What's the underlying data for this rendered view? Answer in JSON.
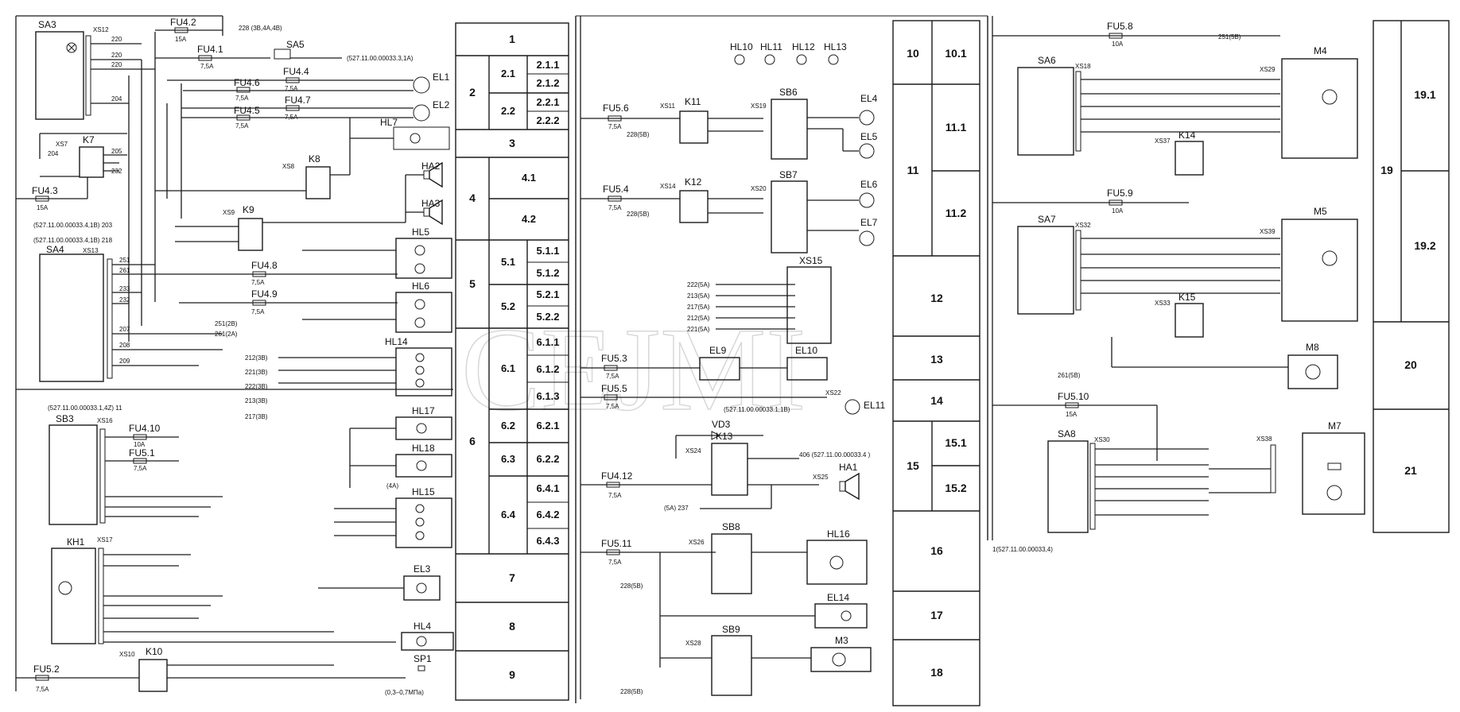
{
  "watermark": "CEJMI",
  "section_table_left": {
    "rows": [
      {
        "n": "1"
      },
      {
        "n": "2",
        "subs": [
          {
            "n": "2.1",
            "items": [
              "2.1.1",
              "2.1.2"
            ]
          },
          {
            "n": "2.2",
            "items": [
              "2.2.1",
              "2.2.2"
            ]
          }
        ]
      },
      {
        "n": "3"
      },
      {
        "n": "4",
        "subs": [
          {
            "n": "4.1"
          },
          {
            "n": "4.2"
          }
        ]
      },
      {
        "n": "5",
        "subs": [
          {
            "n": "5.1",
            "items": [
              "5.1.1",
              "5.1.2"
            ]
          },
          {
            "n": "5.2",
            "items": [
              "5.2.1",
              "5.2.2"
            ]
          }
        ]
      },
      {
        "n": "6",
        "subs": [
          {
            "n": "6.1",
            "items": [
              "6.1.1",
              "6.1.2",
              "6.1.3"
            ]
          },
          {
            "n": "6.2",
            "items": [
              "6.2.1"
            ]
          },
          {
            "n": "6.3",
            "items": [
              "6.2.2"
            ]
          },
          {
            "n": "6.4",
            "items": [
              "6.4.1",
              "6.4.2",
              "6.4.3"
            ]
          }
        ]
      },
      {
        "n": "7"
      },
      {
        "n": "8"
      },
      {
        "n": "9"
      }
    ]
  },
  "section_table_middle": {
    "labels": [
      "10",
      "10.1",
      "11",
      "11.1",
      "11.2",
      "12",
      "13",
      "14",
      "15",
      "15.1",
      "15.2",
      "16",
      "17",
      "18"
    ]
  },
  "section_table_right": {
    "labels": [
      "19",
      "19.1",
      "19.2",
      "20",
      "21"
    ]
  },
  "components": {
    "SA3": "SA3",
    "XS12": "XS12",
    "FU4_2": "FU4.2",
    "FU4_2_rating": "15А",
    "FU4_1": "FU4.1",
    "FU4_1_rating": "7,5А",
    "SA5": "SA5",
    "FU4_4": "FU4.4",
    "FU4_4_rating": "7,5А",
    "FU4_6": "FU4.6",
    "FU4_6_rating": "7,5А",
    "FU4_7": "FU4.7",
    "FU4_7_rating": "7,5А",
    "FU4_5": "FU4.5",
    "FU4_5_rating": "7,5А",
    "EL1": "EL1",
    "EL2": "EL2",
    "HL7": "HL7",
    "K7": "K7",
    "XS7": "XS7",
    "K8": "K8",
    "XS8": "XS8",
    "FU4_3": "FU4.3",
    "FU4_3_rating": "15А",
    "HA2": "HA2",
    "HA3": "HA3",
    "K9": "K9",
    "XS9": "XS9",
    "SA4": "SA4",
    "XS13": "XS13",
    "FU4_8": "FU4.8",
    "FU4_8_rating": "7,5А",
    "FU4_9": "FU4.9",
    "FU4_9_rating": "7,5А",
    "HL5": "HL5",
    "HL6": "HL6",
    "HL14": "HL14",
    "HL17": "HL17",
    "HL18": "HL18",
    "HL15": "HL15",
    "SB3": "SB3",
    "XS16": "XS16",
    "FU4_10": "FU4.10",
    "FU4_10_rating": "10А",
    "FU5_1": "FU5.1",
    "FU5_1_rating": "7,5А",
    "KH1": "КН1",
    "XS17": "XS17",
    "EL3": "EL3",
    "HL4": "HL4",
    "FU5_2": "FU5.2",
    "FU5_2_rating": "7,5А",
    "XS10": "XS10",
    "K10": "K10",
    "SP1": "SP1",
    "SP1_range": "(0,3–0,7МПа)",
    "HL10": "HL10",
    "HL11": "HL11",
    "HL12": "HL12",
    "HL13": "HL13",
    "FU5_6": "FU5.6",
    "FU5_6_rating": "7,5А",
    "XS11": "XS11",
    "K11": "K11",
    "XS19": "XS19",
    "SB6": "SB6",
    "EL4": "EL4",
    "EL5": "EL5",
    "FU5_4": "FU5.4",
    "FU5_4_rating": "7,5А",
    "XS14": "XS14",
    "K12": "K12",
    "XS20": "XS20",
    "SB7": "SB7",
    "EL6": "EL6",
    "EL7": "EL7",
    "XS15": "XS15",
    "FU5_3": "FU5.3",
    "FU5_3_rating": "7,5А",
    "EL9": "EL9",
    "EL10": "EL10",
    "FU5_5": "FU5.5",
    "FU5_5_rating": "7,5А",
    "XS22": "XS22",
    "EL11": "EL11",
    "VD3": "VD3",
    "K13": "K13",
    "XS24": "XS24",
    "FU4_12": "FU4.12",
    "FU4_12_rating": "7,5А",
    "XS25": "XS25",
    "HA1": "HA1",
    "FU5_11": "FU5.11",
    "FU5_11_rating": "7,5А",
    "XS26": "XS26",
    "SB8": "SB8",
    "HL16": "HL16",
    "EL14": "EL14",
    "XS28": "XS28",
    "SB9": "SB9",
    "M3": "M3",
    "FU5_8": "FU5.8",
    "FU5_8_rating": "10А",
    "SA6": "SA6",
    "XS18": "XS18",
    "XS29": "XS29",
    "M4": "M4",
    "XS37": "XS37",
    "K14": "K14",
    "FU5_9": "FU5.9",
    "FU5_9_rating": "10А",
    "SA7": "SA7",
    "XS32": "XS32",
    "XS39": "XS39",
    "M5": "M5",
    "XS33": "XS33",
    "K15": "K15",
    "M8": "M8",
    "FU5_10": "FU5.10",
    "FU5_10_rating": "15А",
    "SA8": "SA8",
    "XS30": "XS30",
    "XS38": "XS38",
    "M7": "M7"
  },
  "wire_labels": {
    "w228_ref": "228 (3B,4A,4B)",
    "w271_ref": "(527.11.00.00033.3,1A)",
    "w203_ref": "(527.11.00.00033.4,1B) 203",
    "w218_ref": "(527.11.00.00033.4,1B) 218",
    "w251_2B": "251(2B)",
    "w261_2A": "261(2A)",
    "w212_3B": "212(3B)",
    "w221_3B": "221(3B)",
    "w222_3B": "222(3B)",
    "w213_3B": "213(3B)",
    "w217_3B": "217(3B)",
    "w11_ref": "(527.11.00.00033.1,4Z) 11",
    "w4A": "(4A)",
    "w228_5B": "228(5B)",
    "w222_5A": "222(5A)",
    "w213_5A": "213(5A)",
    "w217_5A": "217(5A)",
    "w212_5A": "212(5A)",
    "w221_5A": "221(5A)",
    "w_ref_1B": "(527.11.00.00033.1,1B)",
    "w406_ref": "406 (527.11.00.00033.4 )",
    "w237_5A": "(5A) 237",
    "w251_5B": "251(5B)",
    "w261_5B": "261(5B)",
    "w1_ref": "1(527.11.00.00033,4)"
  }
}
